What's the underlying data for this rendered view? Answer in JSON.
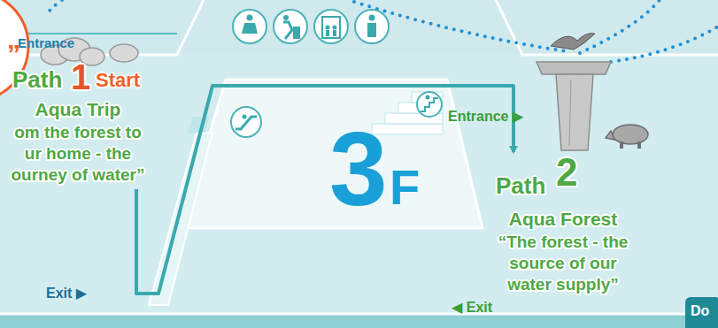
{
  "diagram": {
    "nodes": [
      {
        "text": [
          "Path",
          "1",
          "Start",
          "Aqua Trip",
          "om the forest to ur home - the ourney of water”"
        ]
      },
      {
        "text": [
          "3",
          "F"
        ]
      },
      {
        "text": [
          "Path",
          "2",
          "Aqua Forest",
          "“The forest - the source of our water supply”"
        ]
      }
    ],
    "edges": [
      {
        "from": 0,
        "to": 2,
        "arrow": "to"
      }
    ],
    "labels": [
      "Entrance",
      "Exit ▶",
      "Entrance ▶",
      "◀ Exit",
      "”",
      "Do"
    ]
  }
}
